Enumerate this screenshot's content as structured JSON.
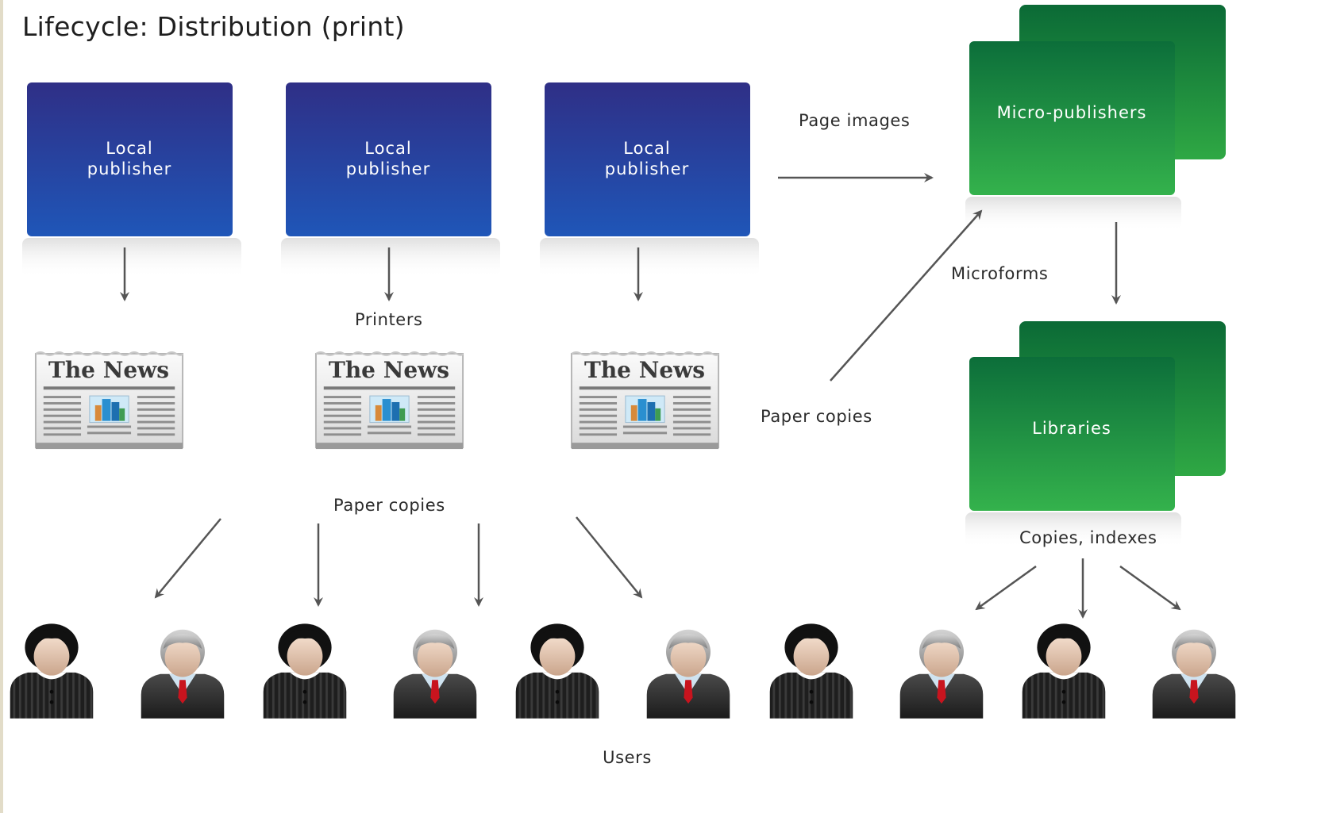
{
  "title": "Lifecycle: Distribution (print)",
  "publishers": [
    {
      "line1": "Local",
      "line2": "publisher"
    },
    {
      "line1": "Local",
      "line2": "publisher"
    },
    {
      "line1": "Local",
      "line2": "publisher"
    }
  ],
  "micro_publishers": "Micro-publishers",
  "libraries": "Libraries",
  "newspapers": [
    {
      "masthead": "The News"
    },
    {
      "masthead": "The News"
    },
    {
      "masthead": "The News"
    }
  ],
  "labels": {
    "page_images": "Page images",
    "printers": "Printers",
    "microforms": "Microforms",
    "paper_copies_right": "Paper copies",
    "paper_copies_bottom": "Paper copies",
    "copies_indexes": "Copies, indexes",
    "users": "Users"
  },
  "users": [
    "female",
    "male",
    "female",
    "male",
    "female",
    "male",
    "female",
    "male",
    "female",
    "male"
  ],
  "colors": {
    "publisher_top": "#2f2f86",
    "publisher_bottom": "#1f56b8",
    "green_top": "#0c6e3a",
    "green_bottom": "#34b24c",
    "arrow": "#555555"
  }
}
